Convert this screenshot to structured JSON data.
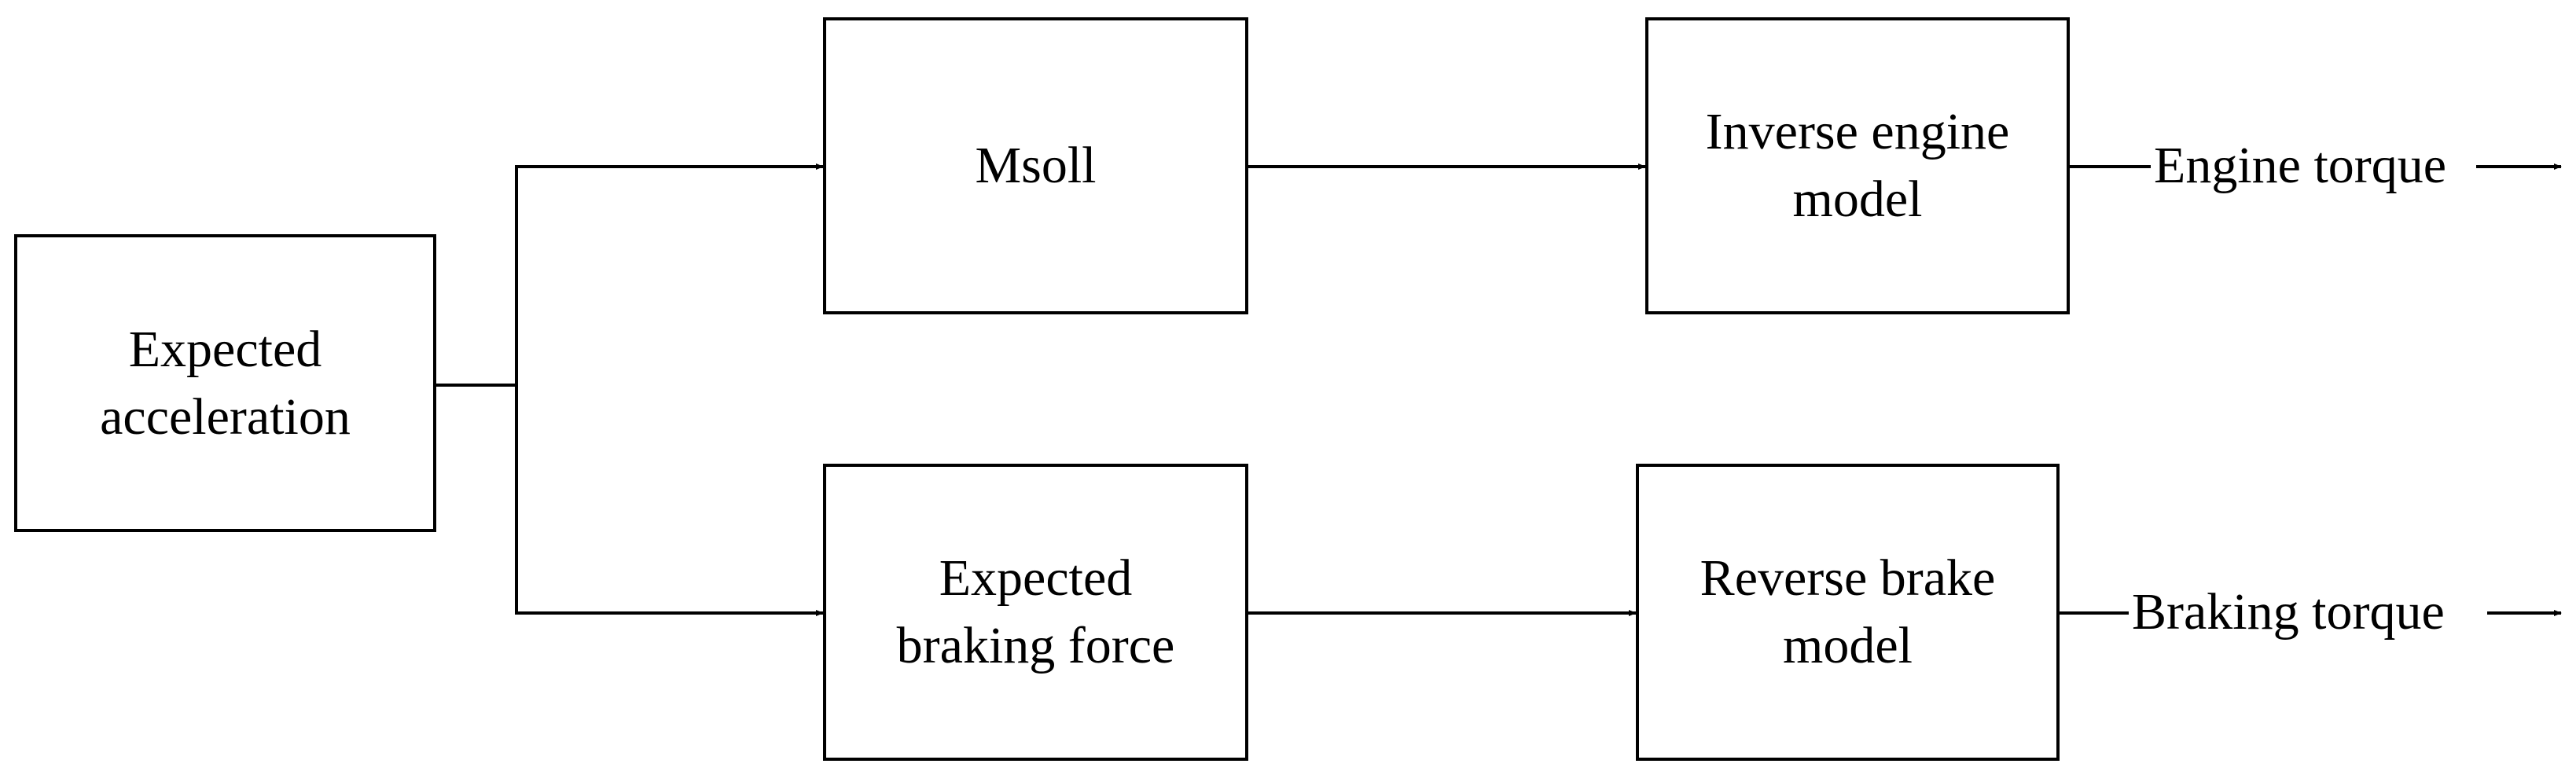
{
  "colors": {
    "stroke": "#000000",
    "background": "#ffffff"
  },
  "blocks": {
    "expected_acceleration": {
      "line1": "Expected",
      "line2": "acceleration"
    },
    "msoll": {
      "line1": "Msoll"
    },
    "inverse_engine_model": {
      "line1": "Inverse engine",
      "line2": "model"
    },
    "expected_braking_force": {
      "line1": "Expected",
      "line2": "braking force"
    },
    "reverse_brake_model": {
      "line1": "Reverse brake",
      "line2": "model"
    }
  },
  "outputs": {
    "engine_torque": "Engine torque",
    "braking_torque": "Braking torque"
  }
}
